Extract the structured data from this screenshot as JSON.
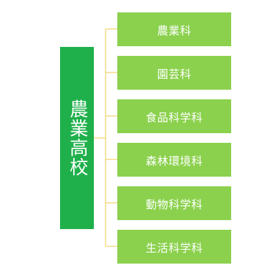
{
  "root": {
    "label": "農業高校"
  },
  "children": [
    {
      "label": "農業科"
    },
    {
      "label": "園芸科"
    },
    {
      "label": "食品科学科"
    },
    {
      "label": "森林環境科"
    },
    {
      "label": "動物科学科"
    },
    {
      "label": "生活科学科"
    }
  ],
  "colors": {
    "root_fill": "#1fb04b",
    "child_fill": "#8bd14d",
    "connector": "#f2c744",
    "text": "#ffffff"
  }
}
